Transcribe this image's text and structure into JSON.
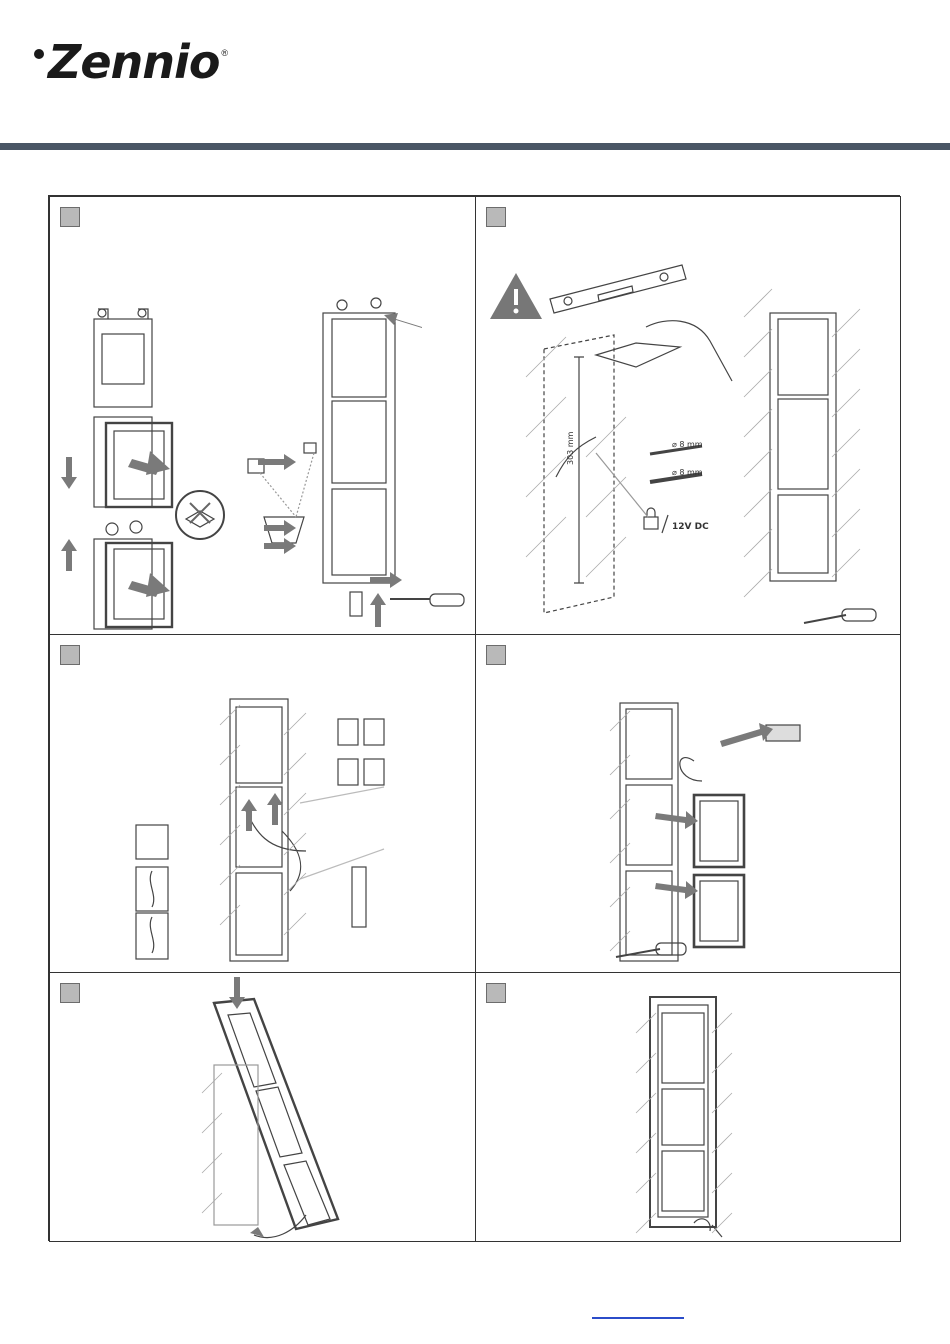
{
  "brand": {
    "name": "Zennio",
    "registered_mark": "®"
  },
  "colors": {
    "header_rule": "#4a5665",
    "step_box": "#b9b9b9",
    "arrow": "#7a7a7a",
    "link": "#2b4cc9"
  },
  "panels": [
    {
      "id": 1,
      "icons": [
        "module-slide-icon",
        "screwdriver-icon",
        "no-touch-icon"
      ]
    },
    {
      "id": 2,
      "icons": [
        "warning-icon",
        "spirit-level-icon",
        "pencil-icon",
        "lock-icon",
        "screwdriver-icon"
      ],
      "dimension": "303 mm",
      "drill_bit": "⌀ 8 mm",
      "wall_plug": "⌀ 8 mm",
      "power": "12V DC"
    },
    {
      "id": 3,
      "icons": [
        "keypad-module-icon",
        "card-reader-module-icon",
        "push-button-module-icon",
        "info-module-icon"
      ]
    },
    {
      "id": 4,
      "icons": [
        "ribbon-cable-icon",
        "screwdriver-icon"
      ]
    },
    {
      "id": 5,
      "icons": [
        "front-frame-icon"
      ]
    },
    {
      "id": 6,
      "icons": [
        "hex-key-icon"
      ]
    }
  ]
}
